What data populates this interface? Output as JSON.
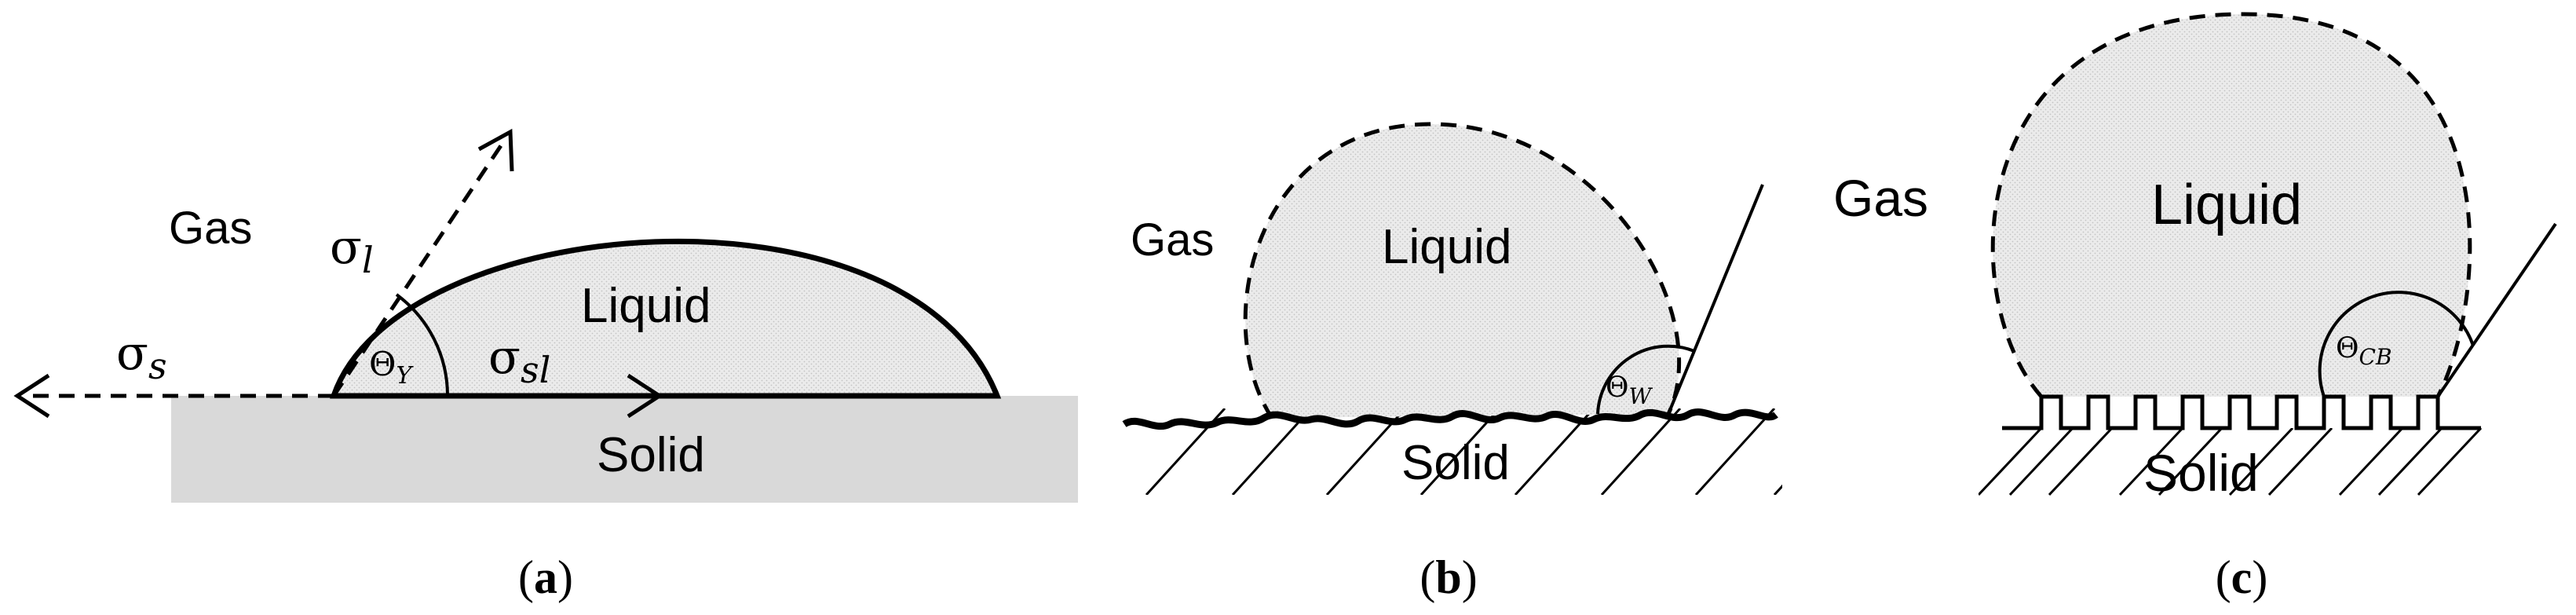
{
  "colors": {
    "liquid_fill": "#ebebeb",
    "solid_fill": "#d9d9d9",
    "ink": "#000000"
  },
  "panels": [
    {
      "id": "a",
      "caption_letter": "a",
      "labels": {
        "gas": "Gas",
        "liquid": "Liquid",
        "solid": "Solid",
        "sigma_s": "σ",
        "sigma_s_sub": "s",
        "sigma_l": "σ",
        "sigma_l_sub": "l",
        "sigma_sl": "σ",
        "sigma_sl_sub": "sl",
        "theta": "Θ",
        "theta_sub": "Y"
      }
    },
    {
      "id": "b",
      "caption_letter": "b",
      "labels": {
        "gas": "Gas",
        "liquid": "Liquid",
        "solid": "Solid",
        "theta": "Θ",
        "theta_sub": "W"
      }
    },
    {
      "id": "c",
      "caption_letter": "c",
      "labels": {
        "gas": "Gas",
        "liquid": "Liquid",
        "solid": "Solid",
        "theta": "Θ",
        "theta_sub": "CB"
      }
    }
  ]
}
